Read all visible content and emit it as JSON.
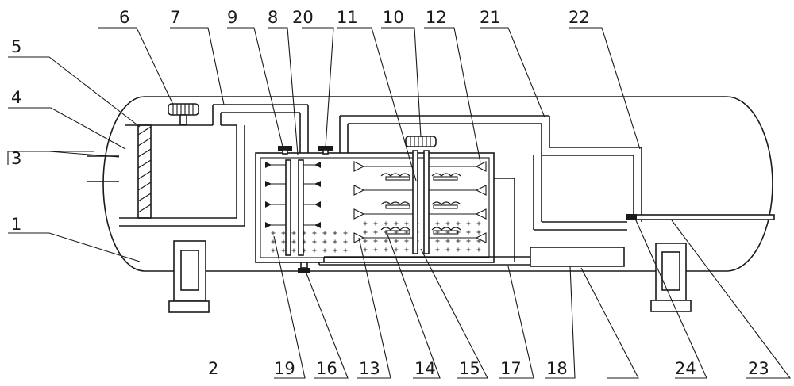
{
  "callouts": [
    {
      "id": "1",
      "text": "1"
    },
    {
      "id": "2",
      "text": "2"
    },
    {
      "id": "3",
      "text": "3"
    },
    {
      "id": "4",
      "text": "4"
    },
    {
      "id": "5",
      "text": "5"
    },
    {
      "id": "6",
      "text": "6"
    },
    {
      "id": "7",
      "text": "7"
    },
    {
      "id": "8",
      "text": "8"
    },
    {
      "id": "9",
      "text": "9"
    },
    {
      "id": "10",
      "text": "10"
    },
    {
      "id": "11",
      "text": "11"
    },
    {
      "id": "12",
      "text": "12"
    },
    {
      "id": "13",
      "text": "13"
    },
    {
      "id": "14",
      "text": "14"
    },
    {
      "id": "15",
      "text": "15"
    },
    {
      "id": "16",
      "text": "16"
    },
    {
      "id": "17",
      "text": "17"
    },
    {
      "id": "18",
      "text": "18"
    },
    {
      "id": "19",
      "text": "19"
    },
    {
      "id": "20",
      "text": "20"
    },
    {
      "id": "21",
      "text": "21"
    },
    {
      "id": "22",
      "text": "22"
    },
    {
      "id": "23",
      "text": "23"
    },
    {
      "id": "24",
      "text": "24"
    }
  ]
}
